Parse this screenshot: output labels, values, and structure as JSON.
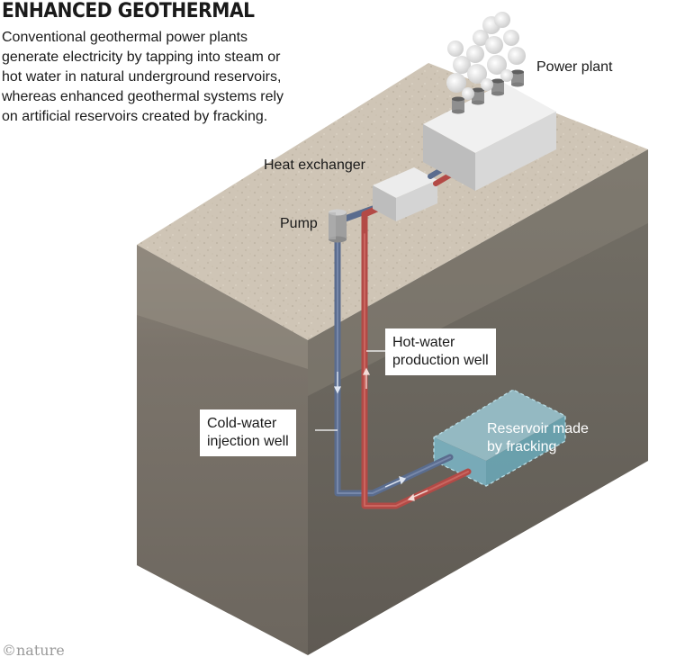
{
  "title": "ENHANCED GEOTHERMAL",
  "intro_lines": [
    "Conventional geothermal power plants",
    "generate electricity by tapping into steam or",
    "hot water in natural underground reservoirs,",
    "whereas enhanced geothermal systems rely",
    "on artificial reservoirs created by fracking."
  ],
  "labels": {
    "power_plant": "Power plant",
    "heat_exchanger": "Heat exchanger",
    "pump": "Pump",
    "hot_well": [
      "Hot-water",
      "production well"
    ],
    "cold_well": [
      "Cold-water",
      "injection well"
    ],
    "reservoir": [
      "Reservoir made",
      "by fracking"
    ]
  },
  "credit": "©nature",
  "colors": {
    "hot_pipe": "#c0504d",
    "cold_pipe": "#5a6c8e",
    "surface": "#cfc5b6",
    "ground_front": "#7d766d",
    "ground_side": "#6a645c",
    "reservoir": "#7ab3c2"
  }
}
